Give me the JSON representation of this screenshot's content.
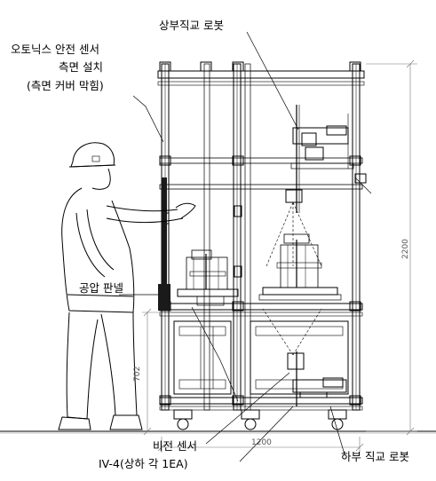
{
  "labels": {
    "sensor_line1": "오토닉스 안전 센서",
    "sensor_line2": "측면 설치",
    "sensor_line3": "(측면 커버 막힘)",
    "upper_robot": "상부직교 로봇",
    "pneumatic_panel": "공압 판넬",
    "vision_sensor": "비전 센서",
    "vision_model": "IV-4(상하 각 1EA)",
    "lower_robot": "하부 직교 로봇"
  },
  "dimensions": {
    "height_total": "2200",
    "height_lower": "702",
    "width": "1200"
  },
  "colors": {
    "line": "#000000",
    "dim_line": "#777777",
    "panel": "#1a1a1a"
  }
}
